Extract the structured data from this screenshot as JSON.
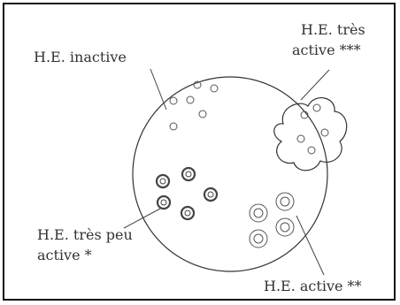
{
  "labels": {
    "inactive": "H.E. inactive",
    "tres_active_line1": "H.E. très",
    "tres_active_line2": "active ***",
    "tres_peu_line1": "H.E. très peu",
    "tres_peu_line2": "active *",
    "active": "H.E. active **"
  }
}
